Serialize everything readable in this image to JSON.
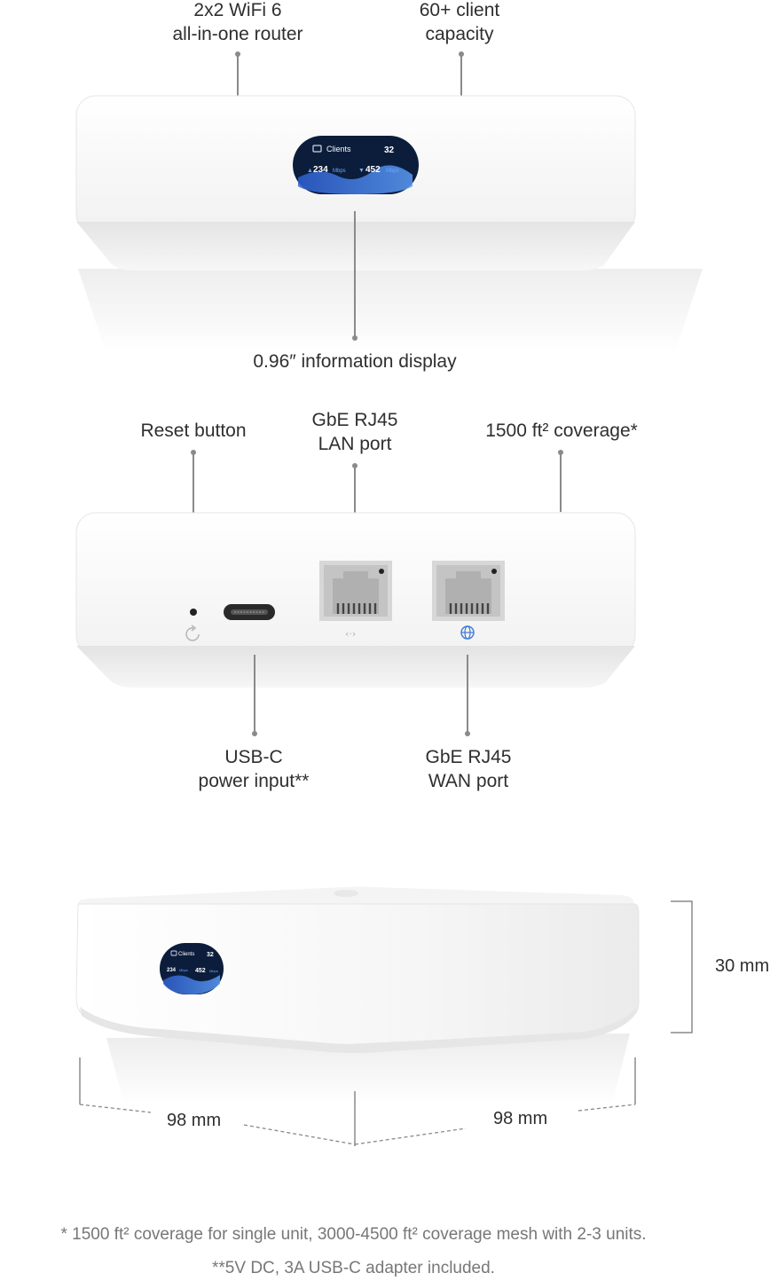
{
  "callouts": {
    "wifi": [
      "2x2 WiFi 6",
      "all-in-one router"
    ],
    "clients_cap": [
      "60+ client",
      "capacity"
    ],
    "display": [
      "0.96″ information display"
    ],
    "reset": [
      "Reset button"
    ],
    "lan": [
      "GbE RJ45",
      "LAN port"
    ],
    "coverage": [
      "1500 ft² coverage*"
    ],
    "usbc": [
      "USB-C",
      "power input**"
    ],
    "wan": [
      "GbE RJ45",
      "WAN port"
    ]
  },
  "screen": {
    "label": "Clients",
    "count": "32",
    "upload": "234",
    "download": "452",
    "unit": "Mbps"
  },
  "dimensions": {
    "height": "30 mm",
    "width_left": "98 mm",
    "width_right": "98 mm"
  },
  "footnotes": {
    "coverage": "* 1500 ft² coverage for single unit, 3000-4500 ft² coverage mesh with 2-3 units.",
    "adapter": "**5V DC, 3A USB-C adapter included."
  },
  "colors": {
    "screen_bg": "#0c1d3c",
    "screen_accent": "#4a8cf0",
    "wan_icon": "#3c78d8"
  }
}
